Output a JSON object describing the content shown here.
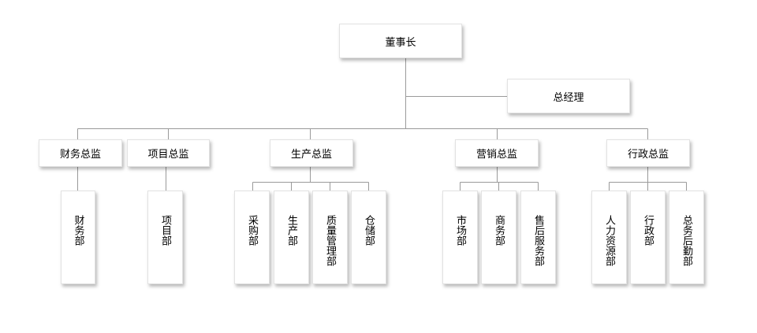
{
  "org": {
    "chairman": "董事长",
    "gm": "总经理",
    "directors": [
      "财务总监",
      "项目总监",
      "生产总监",
      "营销总监",
      "行政总监"
    ],
    "departments": [
      [
        "财务部"
      ],
      [
        "项目部"
      ],
      [
        "采购部",
        "生产部",
        "质量管理部",
        "仓储部"
      ],
      [
        "市场部",
        "商务部",
        "售后服务部"
      ],
      [
        "人力资源部",
        "行政部",
        "总务后勤部"
      ]
    ]
  },
  "colors": {
    "line": "#9a9a9a",
    "border": "#e2e2e2",
    "text": "#000000"
  }
}
